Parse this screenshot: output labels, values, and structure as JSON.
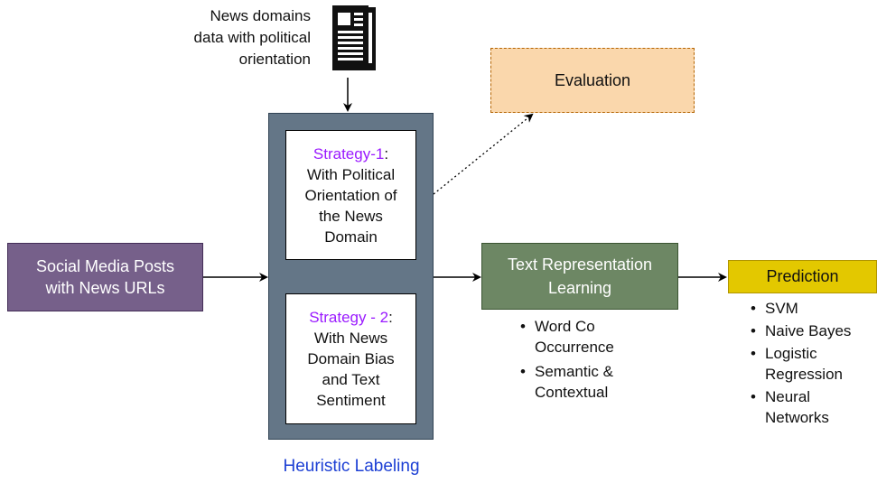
{
  "news_source": {
    "caption_lines": [
      "News domains",
      "data with political",
      "orientation"
    ],
    "icon": "newspaper-icon"
  },
  "evaluation": {
    "label": "Evaluation"
  },
  "heuristic": {
    "caption": "Heuristic Labeling",
    "strategy1": {
      "tag": "Strategy-1",
      "tag_suffix": ":",
      "lines": [
        "With Political",
        "Orientation of",
        "the News",
        "Domain"
      ]
    },
    "strategy2": {
      "tag": "Strategy - 2",
      "tag_suffix": ":",
      "lines": [
        "With News",
        "Domain Bias",
        "and Text",
        "Sentiment"
      ]
    }
  },
  "input_box": {
    "lines": [
      "Social Media Posts",
      "with News URLs"
    ]
  },
  "text_repr": {
    "lines": [
      "Text Representation",
      "Learning"
    ],
    "bullets": [
      [
        "Word Co",
        "Occurrence"
      ],
      [
        "Semantic &",
        "Contextual"
      ]
    ]
  },
  "prediction": {
    "label": "Prediction",
    "bullets": [
      [
        "SVM"
      ],
      [
        "Naive Bayes"
      ],
      [
        "Logistic",
        "Regression"
      ],
      [
        "Neural",
        "Networks"
      ]
    ]
  },
  "colors": {
    "input_fill": "#76608a",
    "heuristic_fill": "#647687",
    "text_repr_fill": "#6d8764",
    "prediction_fill": "#e3c800",
    "evaluation_fill": "#fad7ac",
    "evaluation_border": "#b46504",
    "strategy_tag": "#9a1aff",
    "heuristic_caption": "#1c3fd4"
  }
}
